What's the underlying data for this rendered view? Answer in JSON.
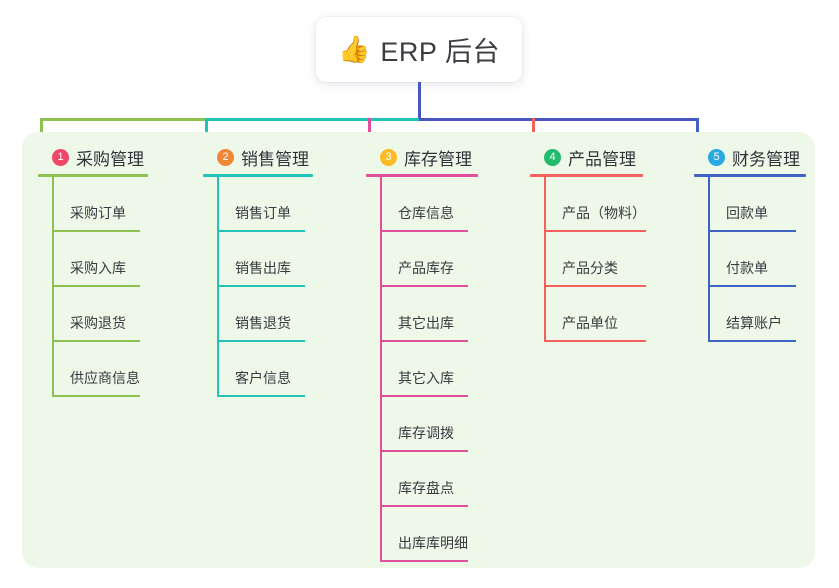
{
  "diagram": {
    "type": "mindmap",
    "root": {
      "icon": "thumbs-up-emoji",
      "icon_glyph": "👍",
      "title": "ERP 后台"
    },
    "panel_background": "#eef8e9",
    "branches": [
      {
        "index": "1",
        "title": "采购管理",
        "color": "#8cc152",
        "badge_color": "#f0486a",
        "children": [
          "采购订单",
          "采购入库",
          "采购退货",
          "供应商信息"
        ]
      },
      {
        "index": "2",
        "title": "销售管理",
        "color": "#21c3b6",
        "badge_color": "#f08736",
        "children": [
          "销售订单",
          "销售出库",
          "销售退货",
          "客户信息"
        ]
      },
      {
        "index": "3",
        "title": "库存管理",
        "color": "#e24e9c",
        "badge_color": "#fcbb24",
        "children": [
          "仓库信息",
          "产品库存",
          "其它出库",
          "其它入库",
          "库存调拨",
          "库存盘点",
          "出库库明细"
        ]
      },
      {
        "index": "4",
        "title": "产品管理",
        "color": "#f4615c",
        "badge_color": "#22ba6b",
        "children": [
          "产品（物料）",
          "产品分类",
          "产品单位"
        ]
      },
      {
        "index": "5",
        "title": "财务管理",
        "color": "#4062c4",
        "badge_color": "#29abe2",
        "children": [
          "回款单",
          "付款单",
          "结算账户"
        ]
      }
    ],
    "trunk_color": "#4a56c0",
    "bus_segments": [
      {
        "color": "#8cc152"
      },
      {
        "color": "#21c3b6"
      },
      {
        "color": "#4a56c0"
      }
    ]
  }
}
